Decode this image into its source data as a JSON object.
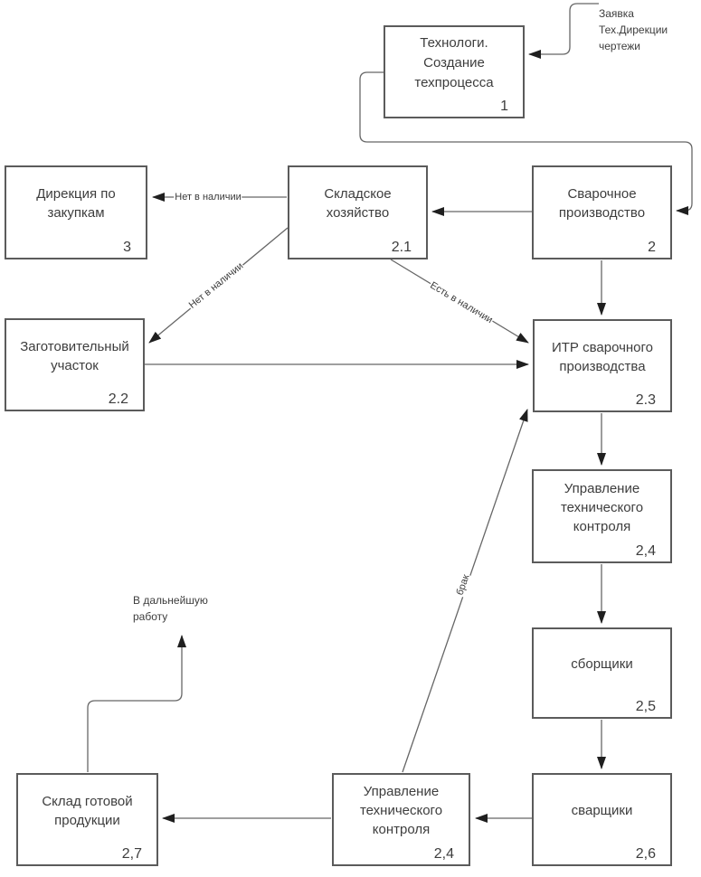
{
  "diagram": {
    "title_hint": "welding production process flowchart",
    "colors": {
      "line": "#666666",
      "box_border": "#5b5b5b",
      "arrowhead": "#1f1f1f",
      "text": "#3d3d3d",
      "background": "#ffffff"
    },
    "nodes": [
      {
        "lines": [
          "Технологи.",
          "Создание",
          "техпроцесса"
        ],
        "number": "1"
      },
      {
        "lines": [
          "Дирекция по",
          "закупкам"
        ],
        "number": "3"
      },
      {
        "lines": [
          "Складское",
          "хозяйство"
        ],
        "number": "2.1"
      },
      {
        "lines": [
          "Сварочное",
          "производство"
        ],
        "number": "2"
      },
      {
        "lines": [
          "Заготовительный",
          "участок"
        ],
        "number": "2.2"
      },
      {
        "lines": [
          "ИТР сварочного",
          "производства"
        ],
        "number": "2.3"
      },
      {
        "lines": [
          "Управление",
          "технического",
          "контроля"
        ],
        "number": "2,4"
      },
      {
        "lines": [
          "сборщики"
        ],
        "number": "2,5"
      },
      {
        "lines": [
          "сварщики"
        ],
        "number": "2,6"
      },
      {
        "lines": [
          "Управление",
          "технического",
          "контроля"
        ],
        "number": "2,4"
      },
      {
        "lines": [
          "Склад готовой",
          "продукции"
        ],
        "number": "2,7"
      }
    ],
    "edge_labels": {
      "not_available_horizontal": "Нет в наличии",
      "not_available_diagonal": "Нет в наличии",
      "available_diagonal": "Есть в наличии",
      "defect": "брак"
    },
    "annotations": {
      "request": {
        "lines": [
          "Заявка",
          "Тех.Дирекции",
          "чертежи"
        ]
      },
      "further_work": {
        "lines": [
          "В дальнейшую",
          "работу"
        ]
      }
    }
  }
}
